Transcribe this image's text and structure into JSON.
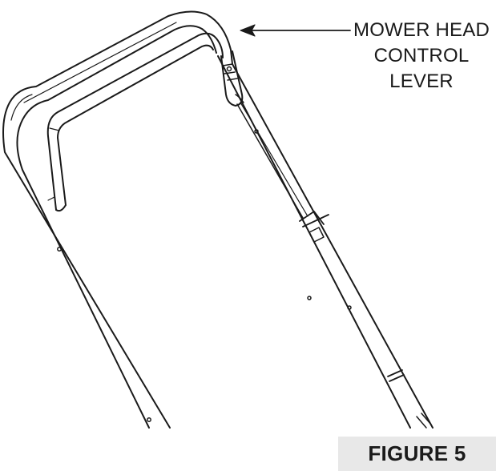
{
  "callout": {
    "line1": "MOWER HEAD",
    "line2": "CONTROL",
    "line3": "LEVER"
  },
  "caption": "FIGURE 5",
  "colors": {
    "line": "#1a1a1a",
    "caption_bg": "#e8e8e8"
  }
}
